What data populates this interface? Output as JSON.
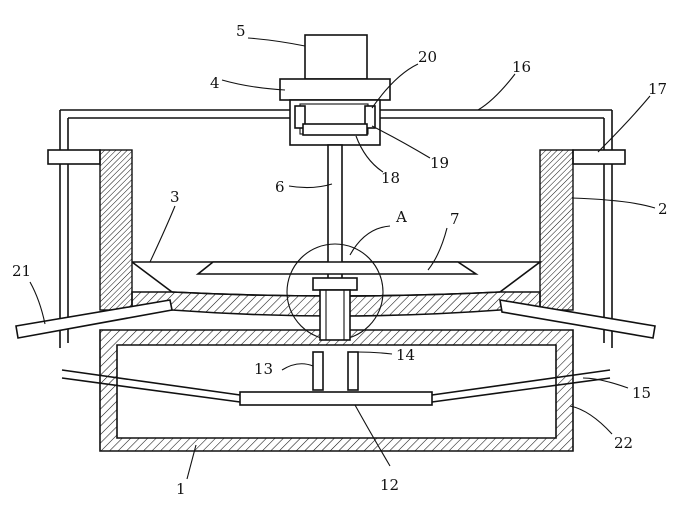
{
  "labels": {
    "l1": "1",
    "l2": "2",
    "l3": "3",
    "l4": "4",
    "l5": "5",
    "l6": "6",
    "l7": "7",
    "l12": "12",
    "l13": "13",
    "l14": "14",
    "l15": "15",
    "l16": "16",
    "l17": "17",
    "l18": "18",
    "l19": "19",
    "l20": "20",
    "l21": "21",
    "l22": "22",
    "lA": "A"
  }
}
